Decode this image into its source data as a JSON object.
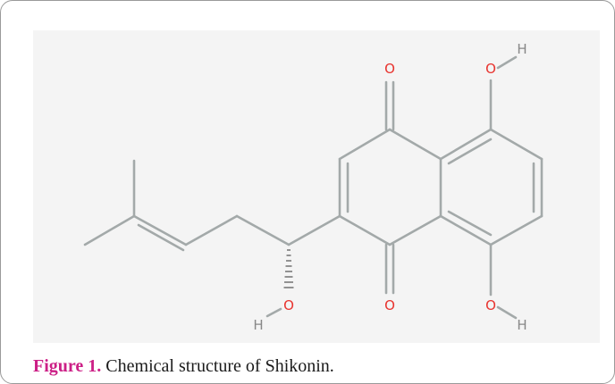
{
  "figure": {
    "caption_label": "Figure 1.",
    "caption_text": " Chemical structure of Shikonin.",
    "atoms": {
      "o_top_left": "O",
      "o_top_right": "O",
      "h_top_right": "H",
      "o_bottom_left": "O",
      "h_bottom_left": "H",
      "o_bottom_mid": "O",
      "o_bottom_right": "O",
      "h_bottom_right": "H"
    },
    "colors": {
      "bond": "#a3a9a9",
      "oxygen": "#e8332e",
      "hydrogen": "#888888",
      "panel": "#f4f4f4",
      "caption_label": "#cc1f86"
    }
  }
}
